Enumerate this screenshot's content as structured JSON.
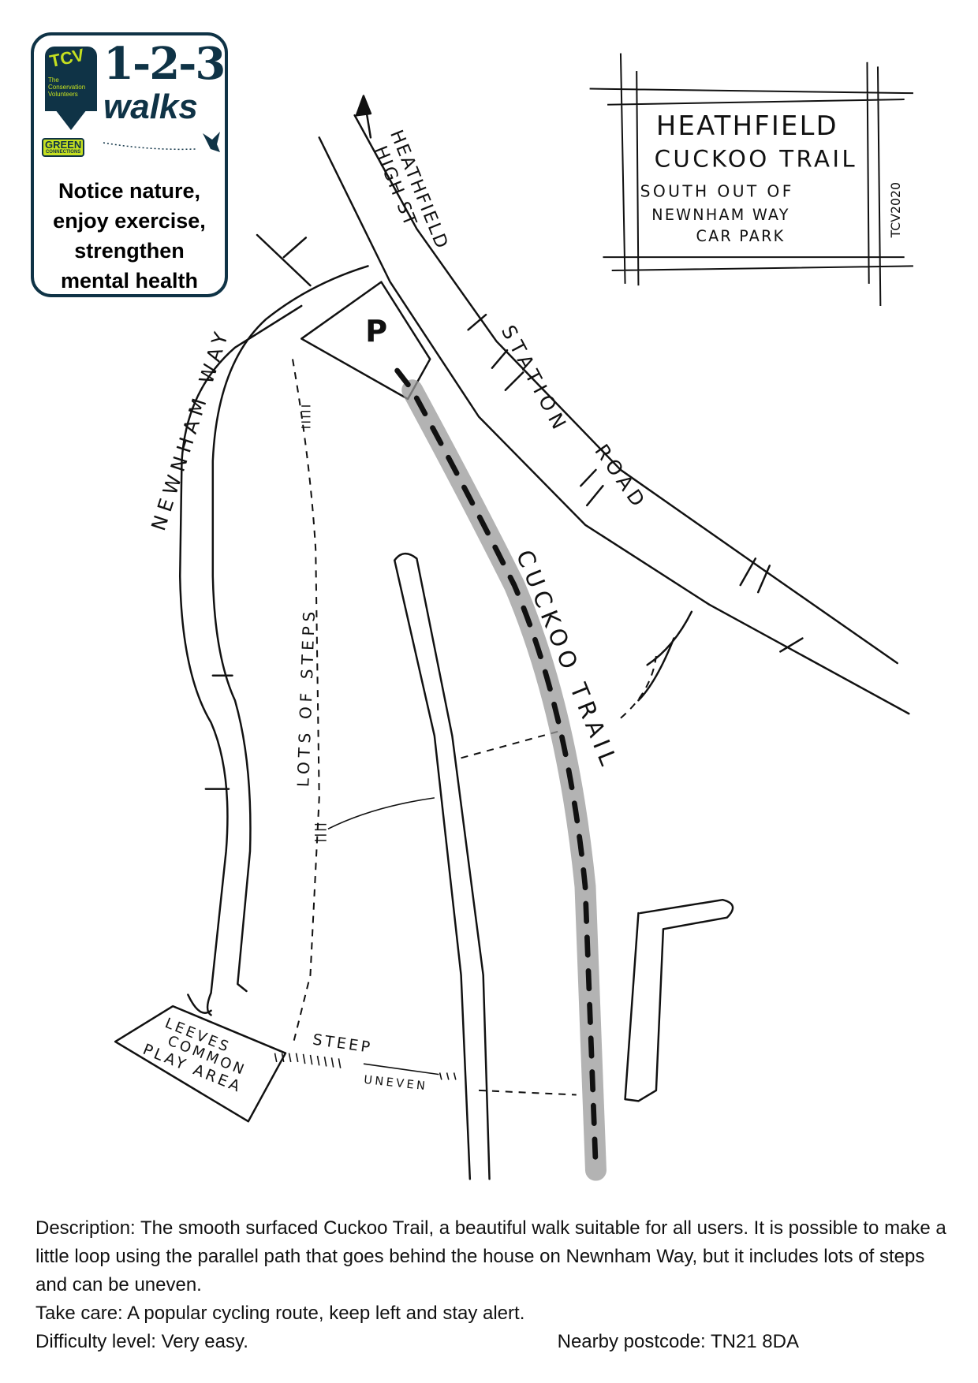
{
  "logo": {
    "org_abbrev": "TCV",
    "org_name": "The Conservation Volunteers",
    "programme_top": "GREEN",
    "programme_bottom": "CONNECTIONS",
    "brand_numbers": "1-2-3",
    "brand_word": "walks",
    "tagline": [
      "Notice nature,",
      "enjoy exercise,",
      "strengthen",
      "mental health"
    ],
    "colors": {
      "navy": "#0f3346",
      "lime": "#c5e020"
    }
  },
  "title_box": {
    "title_line1": "HEATHFIELD",
    "title_line2": "CUCKOO TRAIL",
    "subtitle_line1": "SOUTH OUT OF",
    "subtitle_line2": "NEWNHAM WAY",
    "subtitle_line3": "CAR PARK",
    "credit": "TCV2020"
  },
  "map_labels": {
    "high_st_line1": "HEATHFIELD",
    "high_st_line2": "HIGH ST",
    "station_road_1": "STATION",
    "station_road_2": "ROAD",
    "newnham_way": "NEWNHAM WAY",
    "cuckoo_trail": "CUCKOO TRAIL",
    "lots_of_steps": "LOTS OF STEPS",
    "play_area_1": "LEEVES",
    "play_area_2": "COMMON",
    "play_area_3": "PLAY AREA",
    "steep": "STEEP",
    "uneven": "UNEVEN",
    "parking": "P"
  },
  "description": {
    "text": "Description: The smooth surfaced Cuckoo Trail, a beautiful walk suitable for all users. It is possible to make a little loop using the parallel path that goes behind the house on Newnham Way, but it includes lots of steps and can be uneven.",
    "take_care": "Take care: A popular cycling route, keep left and stay alert.",
    "difficulty": "Difficulty level: Very easy.",
    "postcode": "Nearby postcode: TN21 8DA"
  }
}
